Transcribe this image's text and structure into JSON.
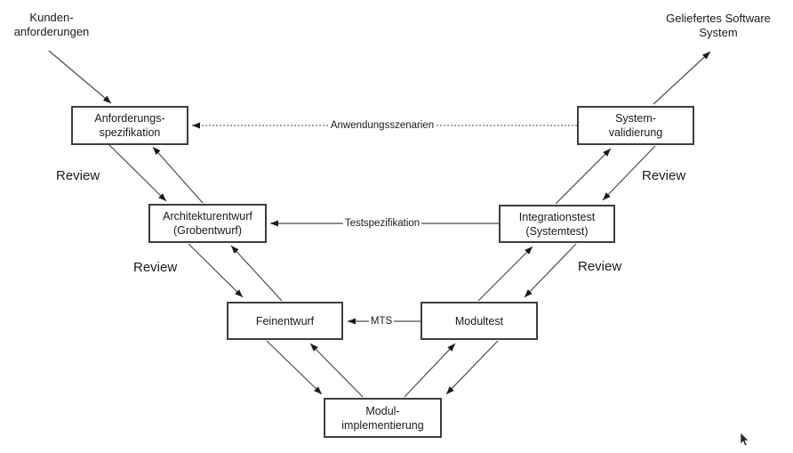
{
  "diagram": {
    "type": "v-model-process-diagram",
    "nodes": {
      "anforderungsspezifikation": {
        "line1": "Anforderungs-",
        "line2": "spezifikation"
      },
      "systemvalidierung": {
        "line1": "System-",
        "line2": "validierung"
      },
      "architekturentwurf": {
        "line1": "Architekturentwurf",
        "line2": "(Grobentwurf)"
      },
      "integrationstest": {
        "line1": "Integrationstest",
        "line2": "(Systemtest)"
      },
      "feinentwurf": {
        "line1": "Feinentwurf"
      },
      "modultest": {
        "line1": "Modultest"
      },
      "modulimplementierung": {
        "line1": "Modul-",
        "line2": "implementierung"
      }
    },
    "external": {
      "kundenanforderungen": {
        "line1": "Kunden-",
        "line2": "anforderungen"
      },
      "geliefertes_system": {
        "line1": "Geliefertes Software",
        "line2": "System"
      }
    },
    "labels": {
      "review": "Review"
    },
    "connectors": {
      "anwendungsszenarien": "Anwendungsszenarien",
      "testspezifikation": "Testspezifikation",
      "mts": "MTS"
    },
    "colors": {
      "line": "#4a4a4a",
      "arrowhead": "#1a1a1a",
      "box_border": "#3d3d3d",
      "background": "#ffffff",
      "text": "#1a1a1a"
    }
  }
}
